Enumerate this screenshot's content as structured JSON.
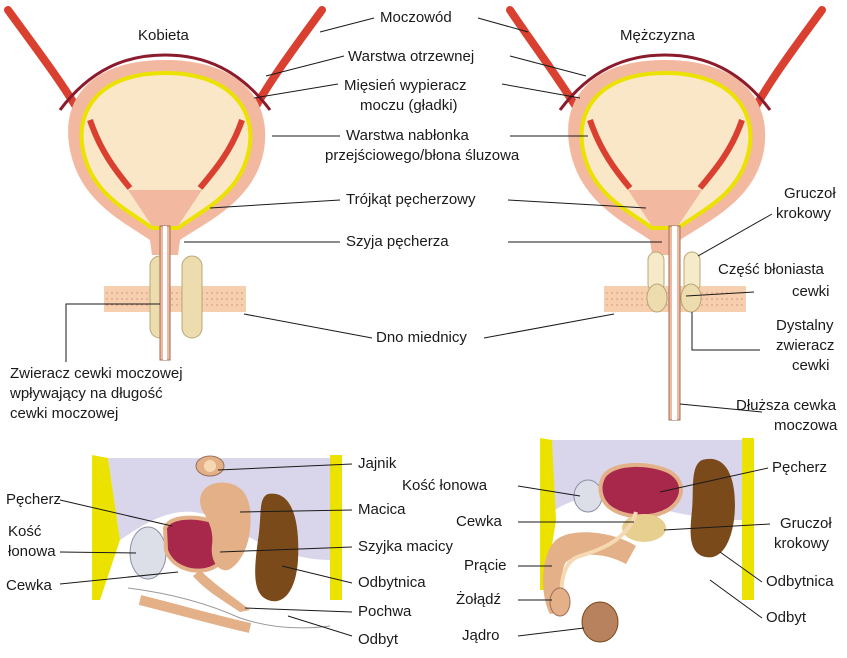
{
  "colors": {
    "mucosa": "#f6d9b3",
    "bladder_fill": "#f9e7c7",
    "muscle": "#f3b8a0",
    "peritoneum": "#8c1b2b",
    "ureter": "#d94030",
    "yellow": "#ece200",
    "sphincter": "#eddcae",
    "pelvic_floor": "#f6cfae",
    "bone": "#dcdee8",
    "rectum": "#7a4a1a",
    "uterus": "#e3b088",
    "prostate": "#e7cf8f"
  },
  "top": {
    "female_title": "Kobieta",
    "male_title": "Mężczyzna",
    "ureter": "Moczowód",
    "peritoneum": "Warstwa otrzewnej",
    "detrusor_1": "Mięsień wypieracz",
    "detrusor_2": "moczu (gładki)",
    "epithelium_1": "Warstwa nabłonka",
    "epithelium_2": "przejściowego/błona śluzowa",
    "trigone": "Trójkąt pęcherzowy",
    "bladder_neck": "Szyja pęcherza",
    "pelvic_floor": "Dno miednicy",
    "sphincter_1": "Zwieracz cewki moczowej",
    "sphincter_2": "wpływający na długość",
    "sphincter_3": "cewki moczowej",
    "prostate_1": "Gruczoł",
    "prostate_2": "krokowy",
    "membranous_1": "Część błoniasta",
    "membranous_2": "cewki",
    "distal_1": "Dystalny",
    "distal_2": "zwieracz",
    "distal_3": "cewki",
    "longer_1": "Dłuższa cewka",
    "longer_2": "moczowa"
  },
  "female_section": {
    "ovary": "Jajnik",
    "uterus": "Macica",
    "cervix": "Szyjka macicy",
    "rectum": "Odbytnica",
    "vagina": "Pochwa",
    "anus": "Odbyt",
    "bladder": "Pęcherz",
    "pubic_1": "Kość",
    "pubic_2": "łonowa",
    "urethra": "Cewka"
  },
  "male_section": {
    "pubic": "Kość łonowa",
    "urethra": "Cewka",
    "penis": "Prącie",
    "glans": "Żołądź",
    "testis": "Jądro",
    "bladder": "Pęcherz",
    "prostate_1": "Gruczoł",
    "prostate_2": "krokowy",
    "rectum": "Odbytnica",
    "anus": "Odbyt"
  }
}
